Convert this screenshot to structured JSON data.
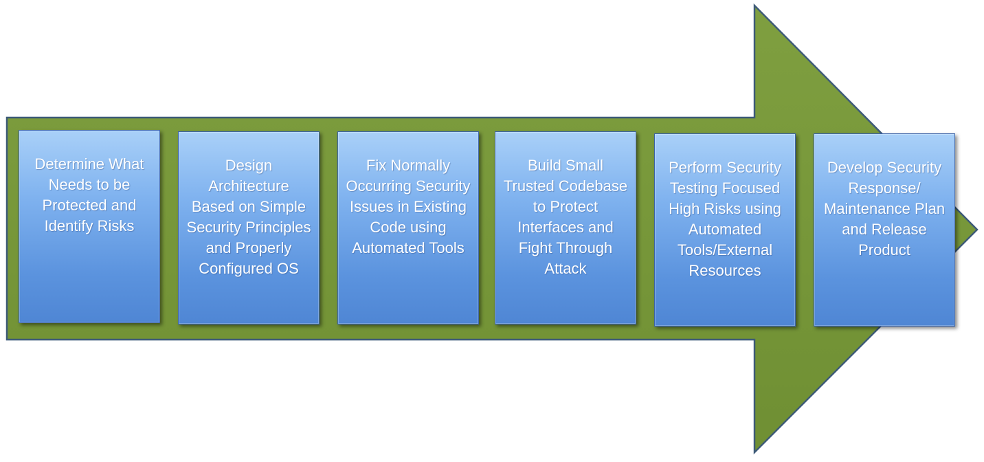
{
  "colors": {
    "arrow_fill": "#7a9a3c",
    "arrow_stroke": "#3d5a78",
    "box_top": "#a9d0f8",
    "box_bottom": "#4f86d4",
    "text": "#ffffff"
  },
  "steps": [
    {
      "label": "Determine What Needs to be Protected and Identify Risks"
    },
    {
      "label": "Design Architecture Based on Simple Security Principles and Properly Configured OS"
    },
    {
      "label": "Fix Normally Occurring Security Issues in Existing Code using Automated Tools"
    },
    {
      "label": "Build Small Trusted Codebase to Protect Interfaces and Fight Through Attack"
    },
    {
      "label": "Perform Security Testing Focused High Risks using Automated Tools/External Resources"
    },
    {
      "label": "Develop Security Response/ Maintenance Plan and Release Product"
    }
  ]
}
